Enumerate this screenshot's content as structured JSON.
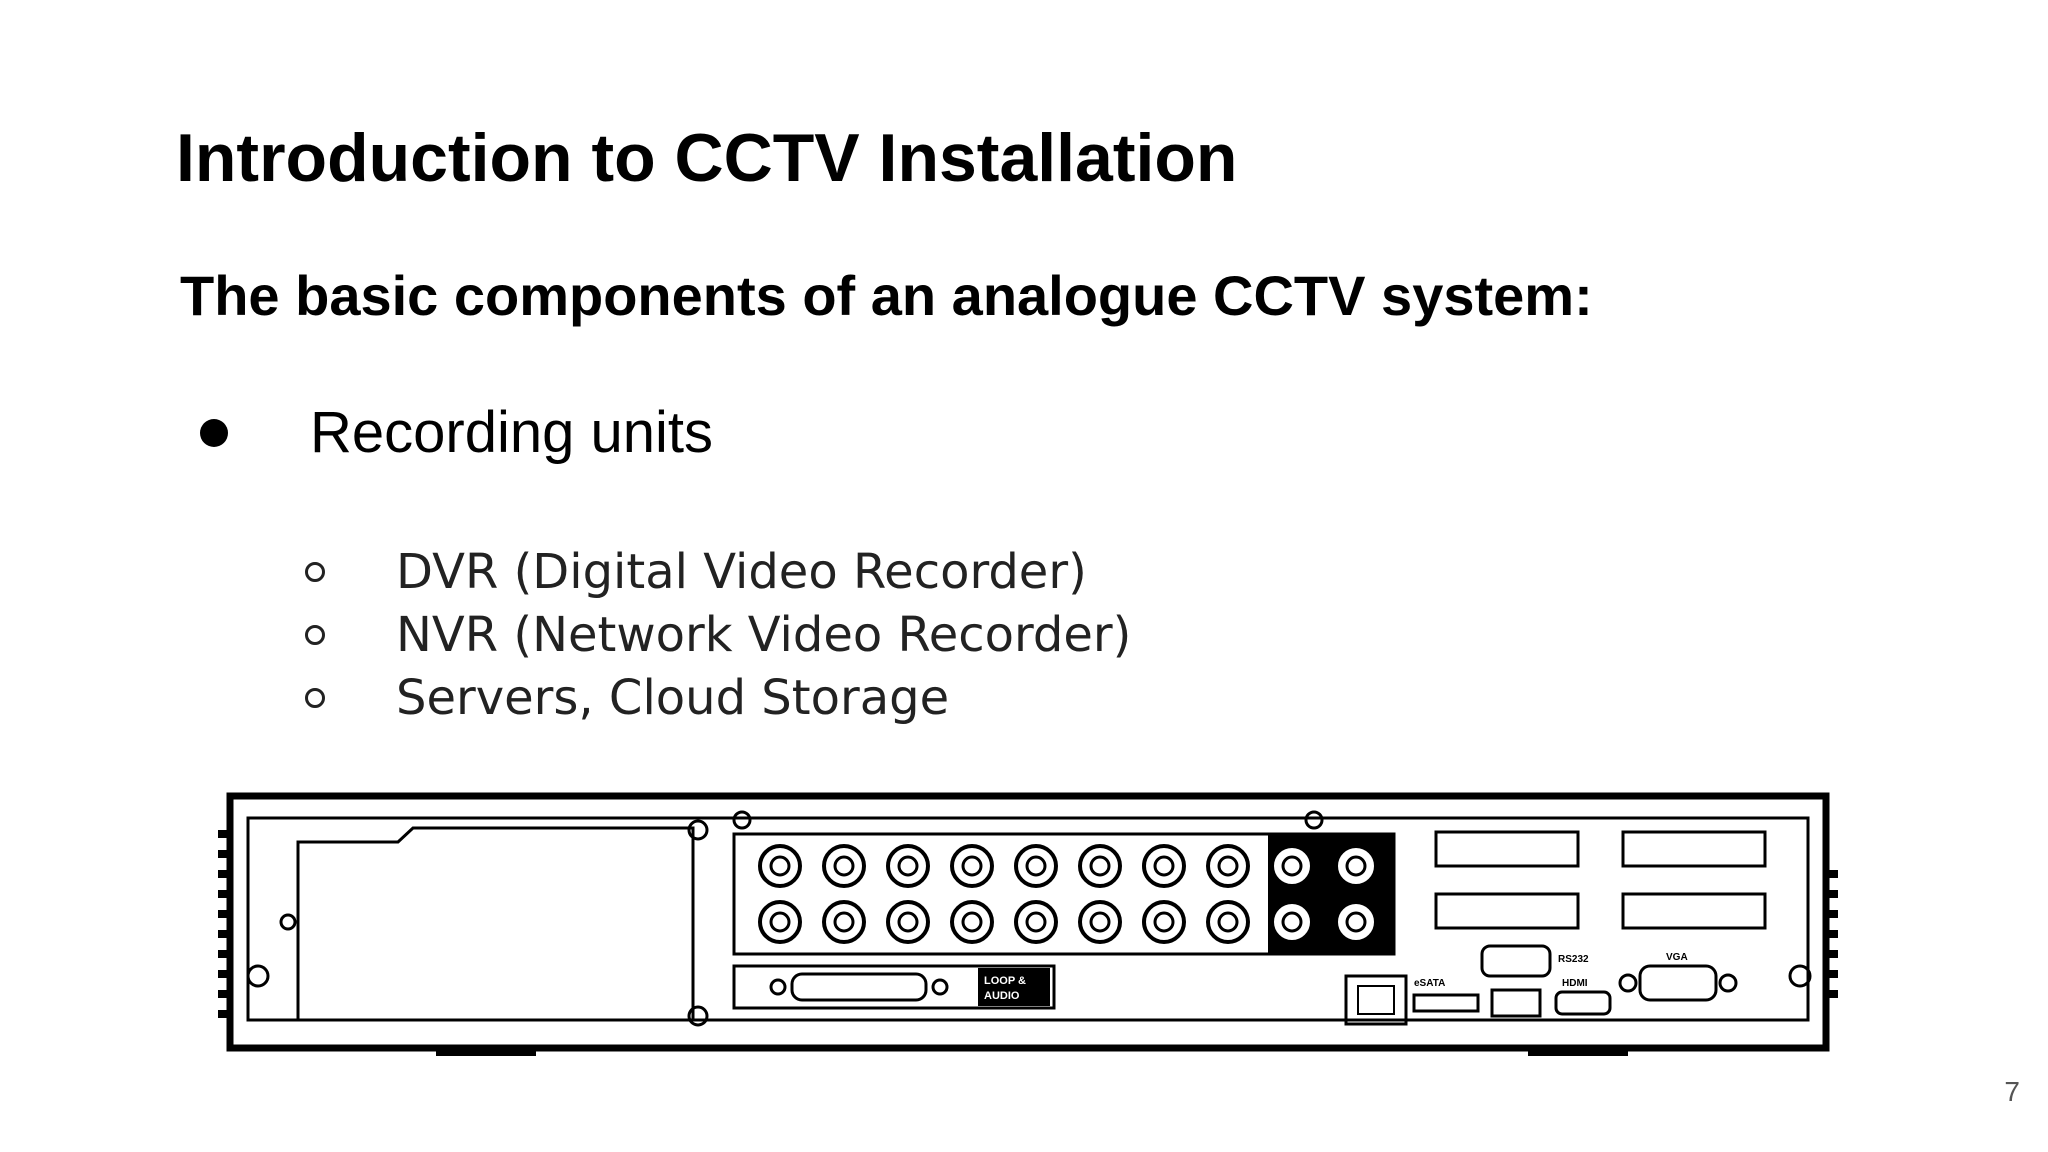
{
  "slide": {
    "title": "Introduction to CCTV Installation",
    "subtitle": "The basic components of an analogue CCTV system:",
    "bullet": "Recording units",
    "subitems": [
      "DVR (Digital Video Recorder)",
      "NVR (Network Video Recorder)",
      "Servers, Cloud Storage"
    ],
    "page_number": "7"
  },
  "device_labels": {
    "loop_audio_1": "LOOP &",
    "loop_audio_2": "AUDIO",
    "esata": "eSATA",
    "hdmi": "HDMI",
    "vga": "VGA",
    "rs232": "RS232"
  }
}
